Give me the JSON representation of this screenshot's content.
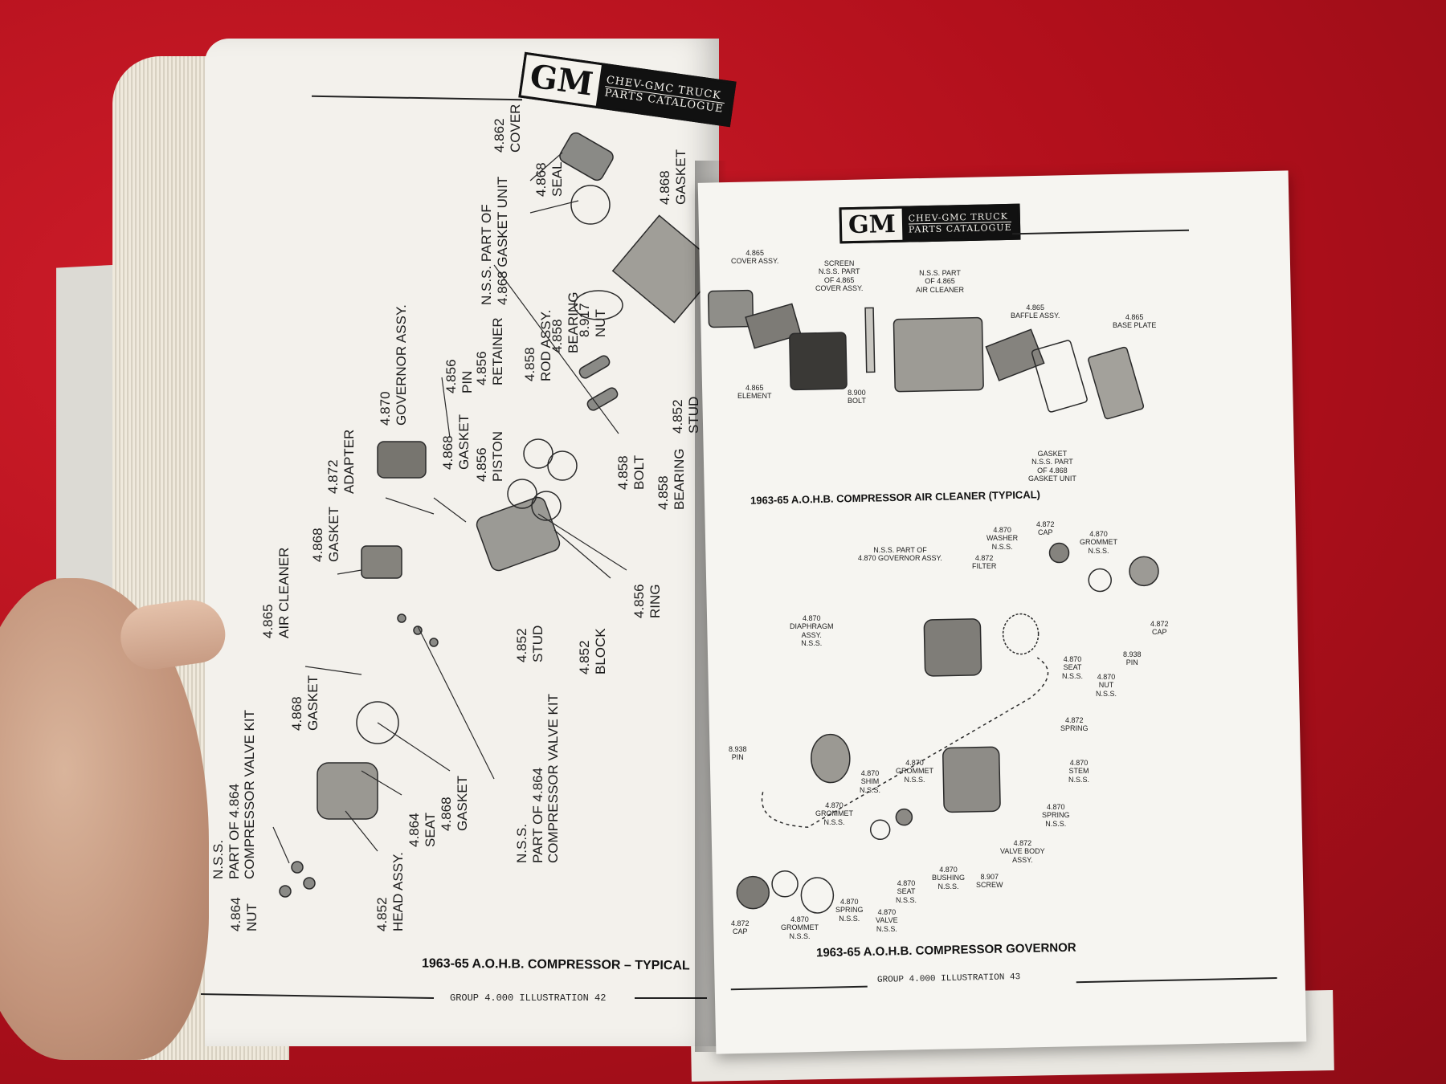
{
  "left_page": {
    "logo": {
      "mark": "GM",
      "line1": "CHEV-GMC TRUCK",
      "line2": "PARTS CATALOGUE"
    },
    "caption": "1963-65 A.O.H.B. COMPRESSOR – TYPICAL",
    "footer": "GROUP 4.000 ILLUSTRATION 42",
    "labels": [
      "4.862\nCOVER",
      "4.868\nSEAL",
      "4.868\nGASKET",
      "N.S.S. PART OF\n4.868 GASKET UNIT",
      "4.870\nGOVERNOR ASSY.",
      "4.856\nPIN",
      "4.856\nRETAINER",
      "4.858\nROD ASSY.",
      "4.858\nBEARING",
      "8.917\nNUT",
      "4.872\nADAPTER",
      "4.868\nGASKET",
      "4.856\nPISTON",
      "4.852\nSTUD",
      "4.858\nBOLT",
      "4.858\nBEARING",
      "4.868\nGASKET",
      "4.865\nAIR CLEANER",
      "4.856\nRING",
      "4.852\nSTUD",
      "4.852\nBLOCK",
      "4.868\nGASKET",
      "N.S.S.\nPART OF 4.864\nCOMPRESSOR VALVE KIT",
      "N.S.S.\nPART OF 4.864\nCOMPRESSOR VALVE KIT",
      "4.868\nGASKET",
      "4.864\nSEAT",
      "4.864\nNUT",
      "4.852\nHEAD ASSY."
    ]
  },
  "right_page": {
    "logo": {
      "mark": "GM",
      "line1": "CHEV-GMC TRUCK",
      "line2": "PARTS CATALOGUE"
    },
    "caption_top": "1963-65 A.O.H.B. COMPRESSOR AIR CLEANER (TYPICAL)",
    "caption_bottom": "1963-65 A.O.H.B. COMPRESSOR GOVERNOR",
    "footer": "GROUP 4.000 ILLUSTRATION 43",
    "air_cleaner_labels": [
      "4.865\nCOVER ASSY.",
      "SCREEN\nN.S.S. PART\nOF 4.865\nCOVER ASSY.",
      "N.S.S. PART\nOF 4.865\nAIR CLEANER",
      "4.865\nBAFFLE ASSY.",
      "4.865\nBASE PLATE",
      "4.865\nELEMENT",
      "8.900\nBOLT",
      "GASKET\nN.S.S. PART\nOF 4.868\nGASKET UNIT"
    ],
    "governor_labels": [
      "4.872\nCAP",
      "4.870\nWASHER\nN.S.S.",
      "4.870\nGROMMET\nN.S.S.",
      "N.S.S. PART OF\n4.870 GOVERNOR ASSY.",
      "4.872\nFILTER",
      "4.872\nCAP",
      "4.870\nDIAPHRAGM\nASSY.\nN.S.S.",
      "4.870\nSEAT\nN.S.S.",
      "4.870\nNUT\nN.S.S.",
      "8.938\nPIN",
      "4.872\nSPRING",
      "8.938\nPIN",
      "4.870\nSTEM\nN.S.S.",
      "4.870\nGROMMET\nN.S.S.",
      "4.870\nSHIM\nN.S.S.",
      "4.870\nGROMMET\nN.S.S.",
      "4.870\nSPRING\nN.S.S.",
      "4.872\nVALVE BODY\nASSY.",
      "4.870\nSEAT\nN.S.S.",
      "4.870\nBUSHING\nN.S.S.",
      "8.907\nSCREW",
      "4.870\nSPRING\nN.S.S.",
      "4.870\nVALVE\nN.S.S.",
      "4.872\nCAP",
      "4.870\nGROMMET\nN.S.S."
    ]
  },
  "colors": {
    "tablecloth": "#b8101c",
    "paper": "#f3f1ec",
    "ink": "#1c1c1c"
  }
}
